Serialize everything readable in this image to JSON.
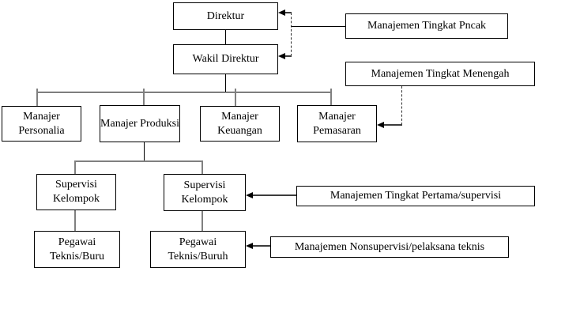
{
  "diagram": {
    "type": "org-chart",
    "nodes": {
      "direktur": {
        "label": "Direktur"
      },
      "wakil_direktur": {
        "label": "Wakil Direktur"
      },
      "manajer_personalia": {
        "label": "Manajer Personalia"
      },
      "manajer_produksi": {
        "label": "Manajer Produksi"
      },
      "manajer_keuangan": {
        "label": "Manajer Keuangan"
      },
      "manajer_pemasaran": {
        "label": "Manajer Pemasaran"
      },
      "supervisi_kelompok_1": {
        "label": "Supervisi Kelompok"
      },
      "supervisi_kelompok_2": {
        "label": "Supervisi Kelompok"
      },
      "pegawai_teknis_1": {
        "label": "Pegawai Teknis/Buru"
      },
      "pegawai_teknis_2": {
        "label": "Pegawai Teknis/Buruh"
      }
    },
    "annotations": {
      "tingkat_puncak": {
        "label": "Manajemen Tingkat Pncak"
      },
      "tingkat_menengah": {
        "label": "Manajemen Tingkat Menengah"
      },
      "tingkat_pertama": {
        "label": "Manajemen Tingkat Pertama/supervisi"
      },
      "nonsupervisi": {
        "label": "Manajemen Nonsupervisi/pelaksana teknis"
      }
    },
    "edges": [
      {
        "from": "direktur",
        "to": "wakil_direktur",
        "style": "solid"
      },
      {
        "from": "wakil_direktur",
        "to": "manajer_personalia",
        "style": "solid"
      },
      {
        "from": "wakil_direktur",
        "to": "manajer_produksi",
        "style": "solid"
      },
      {
        "from": "wakil_direktur",
        "to": "manajer_keuangan",
        "style": "solid"
      },
      {
        "from": "wakil_direktur",
        "to": "manajer_pemasaran",
        "style": "solid"
      },
      {
        "from": "manajer_produksi",
        "to": "supervisi_kelompok_1",
        "style": "solid"
      },
      {
        "from": "manajer_produksi",
        "to": "supervisi_kelompok_2",
        "style": "solid"
      },
      {
        "from": "supervisi_kelompok_1",
        "to": "pegawai_teknis_1",
        "style": "solid"
      },
      {
        "from": "supervisi_kelompok_2",
        "to": "pegawai_teknis_2",
        "style": "solid"
      },
      {
        "from": "tingkat_puncak",
        "to": "direktur",
        "style": "dashed-arrow"
      },
      {
        "from": "tingkat_puncak",
        "to": "wakil_direktur",
        "style": "dashed-arrow"
      },
      {
        "from": "tingkat_menengah",
        "to": "manajer_pemasaran",
        "style": "dashed-arrow"
      },
      {
        "from": "tingkat_pertama",
        "to": "supervisi_kelompok_2",
        "style": "solid-arrow"
      },
      {
        "from": "nonsupervisi",
        "to": "pegawai_teknis_2",
        "style": "solid-arrow"
      }
    ],
    "colors": {
      "background": "#ffffff",
      "box_border": "#000000",
      "text": "#000000",
      "connector_black": "#000000",
      "connector_gray": "#808080"
    }
  }
}
